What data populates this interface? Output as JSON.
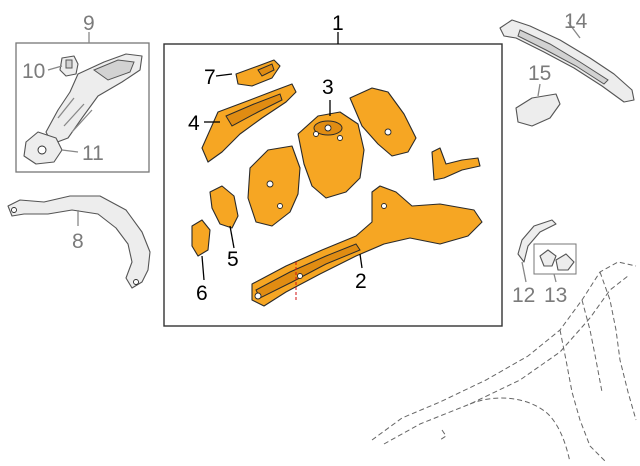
{
  "callouts": {
    "c1": "1",
    "c2": "2",
    "c3": "3",
    "c4": "4",
    "c5": "5",
    "c6": "6",
    "c7": "7",
    "c8": "8",
    "c9": "9",
    "c10": "10",
    "c11": "11",
    "c12": "12",
    "c13": "13",
    "c14": "14",
    "c15": "15"
  },
  "colors": {
    "highlight_parts": "#f6a623",
    "other_parts": "#ededed",
    "outline": "#2a2a2a",
    "fender_dash": "#666666",
    "border": "#333333"
  }
}
